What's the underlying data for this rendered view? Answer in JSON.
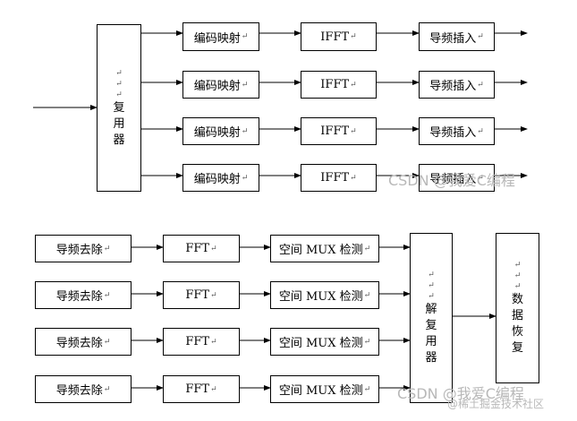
{
  "tx": {
    "mux_chars": [
      "复",
      "用",
      "器"
    ],
    "mapping_label": "编码映射",
    "ifft_label": "IFFT",
    "pilot_insert_label": "导频插入"
  },
  "rx": {
    "pilot_remove_label": "导频去除",
    "fft_label": "FFT",
    "mux_detect_label": "空间 MUX 检测",
    "demux_chars": [
      "解",
      "复",
      "用",
      "器"
    ],
    "recover_chars": [
      "数",
      "据",
      "恢",
      "复"
    ]
  },
  "para_mark": "↵",
  "watermarks": {
    "top": "CSDN @我爱C编程",
    "bottom": "CSDN @我爱C编程",
    "bottom_small": "@稀土掘金技术社区"
  }
}
